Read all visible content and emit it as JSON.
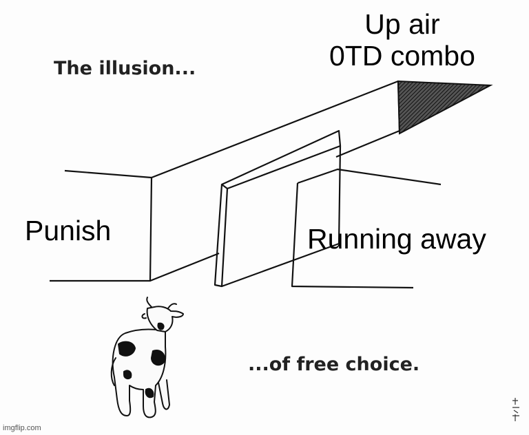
{
  "meme": {
    "header_text": "The illusion...",
    "footer_text": "...of free choice.",
    "caption_top_line1": "Up air",
    "caption_top_line2": "0TD combo",
    "caption_left": "Punish",
    "caption_right": "Running away",
    "watermark": "imgflip.com"
  }
}
